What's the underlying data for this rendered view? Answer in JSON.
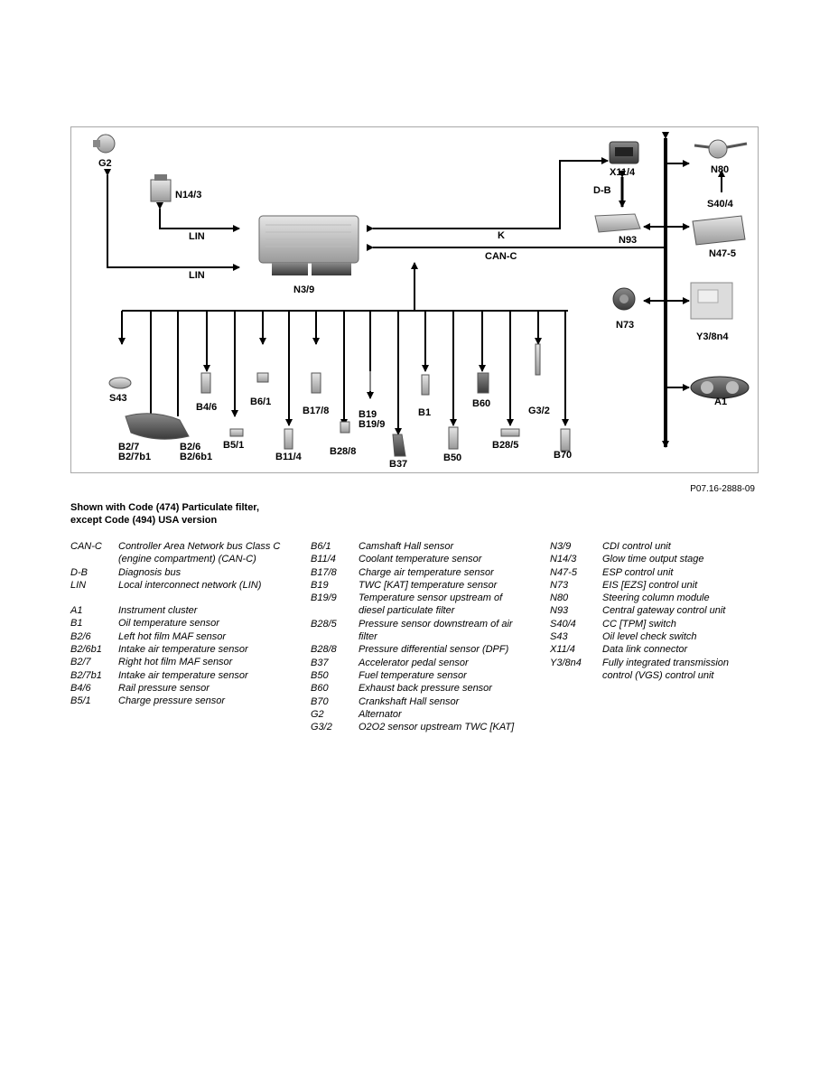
{
  "diagram": {
    "components": {
      "G2": "G2",
      "N14_3": "N14/3",
      "N3_9": "N3/9",
      "X11_4": "X11/4",
      "D_B": "D-B",
      "N93": "N93",
      "N80": "N80",
      "S40_4": "S40/4",
      "N47_5": "N47-5",
      "N73": "N73",
      "Y3_8n4": "Y3/8n4",
      "A1": "A1",
      "S43": "S43",
      "B4_6": "B4/6",
      "B6_1": "B6/1",
      "B17_8": "B17/8",
      "B19": "B19",
      "B19_9": "B19/9",
      "B1": "B1",
      "B60": "B60",
      "G3_2": "G3/2",
      "B2_7": "B2/7",
      "B2_7b1": "B2/7b1",
      "B2_6": "B2/6",
      "B2_6b1": "B2/6b1",
      "B5_1": "B5/1",
      "B11_4": "B11/4",
      "B28_8": "B28/8",
      "B37": "B37",
      "B50": "B50",
      "B28_5": "B28/5",
      "B70": "B70"
    },
    "bus_labels": {
      "lin_upper": "LIN",
      "lin_lower": "LIN",
      "k": "K",
      "can_c": "CAN-C"
    }
  },
  "figure_id": "P07.16-2888-09",
  "caption": {
    "line1": "Shown with Code (474) Particulate filter,",
    "line2": "except Code (494) USA version"
  },
  "legend": {
    "col1": [
      {
        "code": "CAN-C",
        "desc": "Controller Area Network bus Class C (engine compartment) (CAN-C)"
      },
      {
        "code": "D-B",
        "desc": "Diagnosis bus"
      },
      {
        "code": "LIN",
        "desc": "Local interconnect network (LIN)"
      },
      {
        "code": "A1",
        "desc": "Instrument cluster"
      },
      {
        "code": "B1",
        "desc": "Oil temperature sensor"
      },
      {
        "code": "B2/6",
        "desc": "Left hot film MAF sensor"
      },
      {
        "code": "B2/6b1",
        "desc": "Intake air temperature sensor"
      },
      {
        "code": "B2/7",
        "desc": "Right hot film MAF sensor"
      },
      {
        "code": "B2/7b1",
        "desc": "Intake air temperature sensor"
      },
      {
        "code": "B4/6",
        "desc": "Rail pressure sensor"
      },
      {
        "code": "B5/1",
        "desc": "Charge pressure sensor"
      }
    ],
    "col2": [
      {
        "code": "B6/1",
        "desc": "Camshaft Hall sensor"
      },
      {
        "code": "B11/4",
        "desc": "Coolant temperature sensor"
      },
      {
        "code": "B17/8",
        "desc": "Charge air temperature sensor"
      },
      {
        "code": "B19",
        "desc": "TWC [KAT] temperature sensor"
      },
      {
        "code": "B19/9",
        "desc": "Temperature sensor upstream of diesel particulate filter"
      },
      {
        "code": "B28/5",
        "desc": "Pressure sensor downstream of air filter"
      },
      {
        "code": "B28/8",
        "desc": "Pressure differential sensor (DPF)"
      },
      {
        "code": "B37",
        "desc": "Accelerator pedal sensor"
      },
      {
        "code": "B50",
        "desc": "Fuel temperature sensor"
      },
      {
        "code": "B60",
        "desc": "Exhaust back pressure sensor"
      },
      {
        "code": "B70",
        "desc": "Crankshaft Hall sensor"
      },
      {
        "code": "G2",
        "desc": "Alternator"
      },
      {
        "code": "G3/2",
        "desc": "O2O2 sensor upstream TWC [KAT]"
      }
    ],
    "col3": [
      {
        "code": "N3/9",
        "desc": "CDI control unit"
      },
      {
        "code": "N14/3",
        "desc": "Glow time output stage"
      },
      {
        "code": "N47-5",
        "desc": "ESP control unit"
      },
      {
        "code": "N73",
        "desc": "EIS [EZS] control unit"
      },
      {
        "code": "N80",
        "desc": "Steering column module"
      },
      {
        "code": "N93",
        "desc": "Central gateway control unit"
      },
      {
        "code": "S40/4",
        "desc": "CC [TPM] switch"
      },
      {
        "code": "S43",
        "desc": "Oil level check switch"
      },
      {
        "code": "X11/4",
        "desc": "Data link connector"
      },
      {
        "code": "Y3/8n4",
        "desc": "Fully integrated transmission control (VGS) control unit"
      }
    ]
  }
}
